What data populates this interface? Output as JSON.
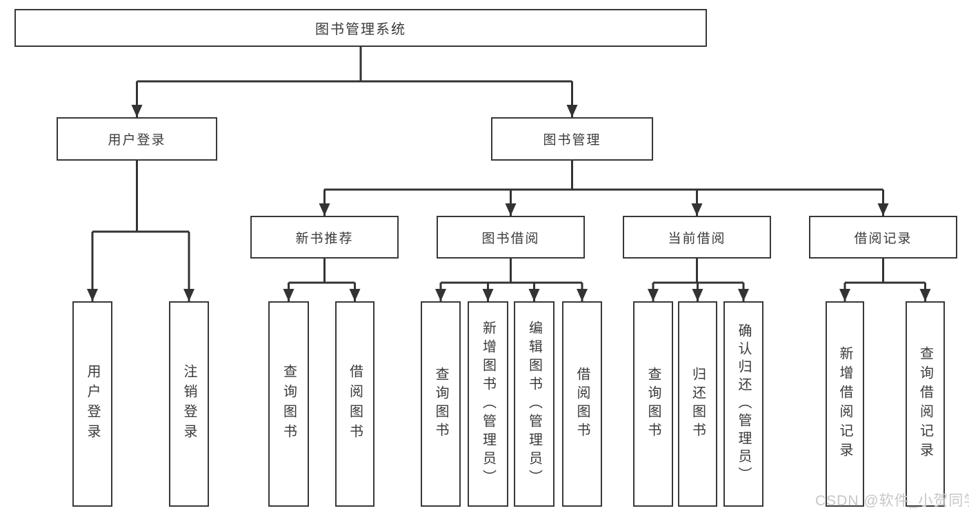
{
  "diagram": {
    "title": "图书管理系统",
    "root": {
      "label": "图书管理系统"
    },
    "branches": [
      {
        "label": "用户登录",
        "children": [
          {
            "label": "用户登录"
          },
          {
            "label": "注销登录"
          }
        ]
      },
      {
        "label": "图书管理",
        "groups": [
          {
            "label": "新书推荐",
            "children": [
              {
                "label": "查询图书"
              },
              {
                "label": "借阅图书"
              }
            ]
          },
          {
            "label": "图书借阅",
            "children": [
              {
                "label": "查询图书"
              },
              {
                "label": "新增图书（管理员）"
              },
              {
                "label": "编辑图书（管理员）"
              },
              {
                "label": "借阅图书"
              }
            ]
          },
          {
            "label": "当前借阅",
            "children": [
              {
                "label": "查询图书"
              },
              {
                "label": "归还图书"
              },
              {
                "label": "确认归还（管理员）"
              }
            ]
          },
          {
            "label": "借阅记录",
            "children": [
              {
                "label": "新增借阅记录"
              },
              {
                "label": "查询借阅记录"
              }
            ]
          }
        ]
      }
    ]
  },
  "watermark": {
    "text": "CSDN @软件_小贺同学"
  },
  "colors": {
    "line": "#333333",
    "border": "#383838",
    "text": "#3a3a3a",
    "background": "#ffffff",
    "watermark": "#c7c7c7"
  }
}
